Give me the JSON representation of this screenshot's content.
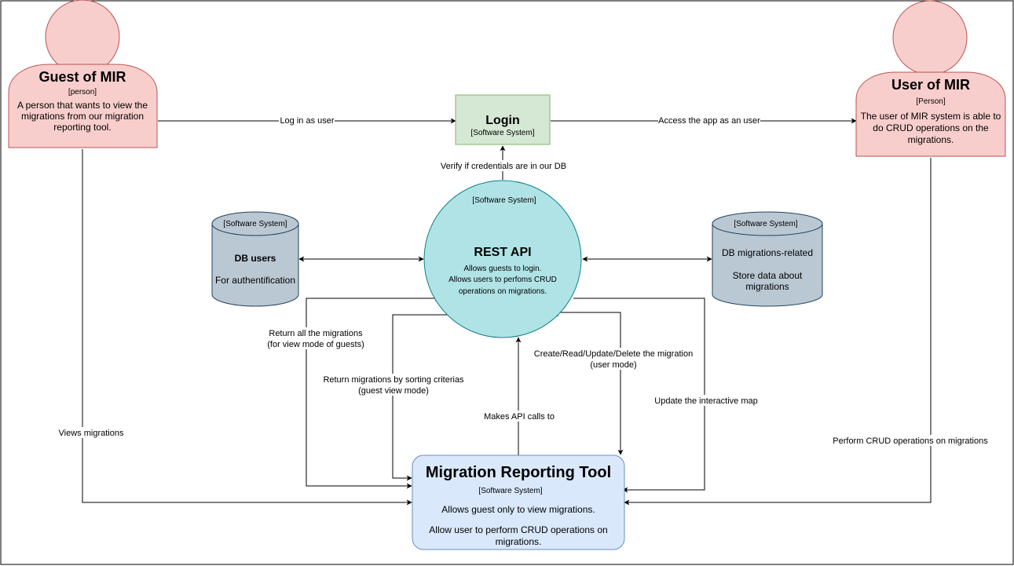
{
  "nodes": {
    "guest": {
      "title": "Guest of MIR",
      "type": "[person]",
      "desc": [
        "A person that wants to view the",
        "migrations from our migration",
        "reporting tool."
      ]
    },
    "user": {
      "title": "User of MIR",
      "type": "[Person]",
      "desc": [
        "The user of MIR system is able to",
        "do CRUD operations on the",
        "migrations."
      ]
    },
    "login": {
      "title": "Login",
      "type": "[Software System]"
    },
    "rest_api": {
      "type": "[Software System]",
      "title": "REST API",
      "desc": [
        "Allows guests to login.",
        "Allows users to perfoms CRUD",
        "operations on migrations."
      ]
    },
    "db_users": {
      "type": "[Software System]",
      "title": "DB users",
      "desc": "For authentification"
    },
    "db_migrations": {
      "type": "[Software System]",
      "title": "DB migrations-related",
      "desc": [
        "Store data about",
        "migrations"
      ]
    },
    "tool": {
      "title": "Migration Reporting Tool",
      "type": "[Software System]",
      "desc1": "Allows guest only to view migrations.",
      "desc2": [
        "Allow user to perform CRUD operations on",
        "migrations."
      ]
    }
  },
  "edges": {
    "guest_login": "Log in as user",
    "login_user": "Access the app as an user",
    "api_login": "Verify if credentials are in our DB",
    "return_all": [
      "Return all the migrations",
      "(for view mode of guests)"
    ],
    "return_sorted": [
      "Return migrations by sorting criterias",
      "(guest view mode)"
    ],
    "crud": [
      "Create/Read/Update/Delete  the migration",
      "(user mode)"
    ],
    "update_map": "Update the interactive map",
    "api_calls": "Makes API calls to",
    "views": "Views migrations",
    "perform_crud": "Perform CRUD operations on migrations"
  },
  "colors": {
    "person_fill": "#f8cecc",
    "person_stroke": "#b85450",
    "login_fill": "#d5e8d4",
    "login_stroke": "#82b366",
    "api_fill": "#b0e3e6",
    "api_stroke": "#0e8088",
    "db_fill": "#bac8d3",
    "db_stroke": "#23445d",
    "tool_fill": "#dae8fc",
    "tool_stroke": "#6c8ebf"
  }
}
